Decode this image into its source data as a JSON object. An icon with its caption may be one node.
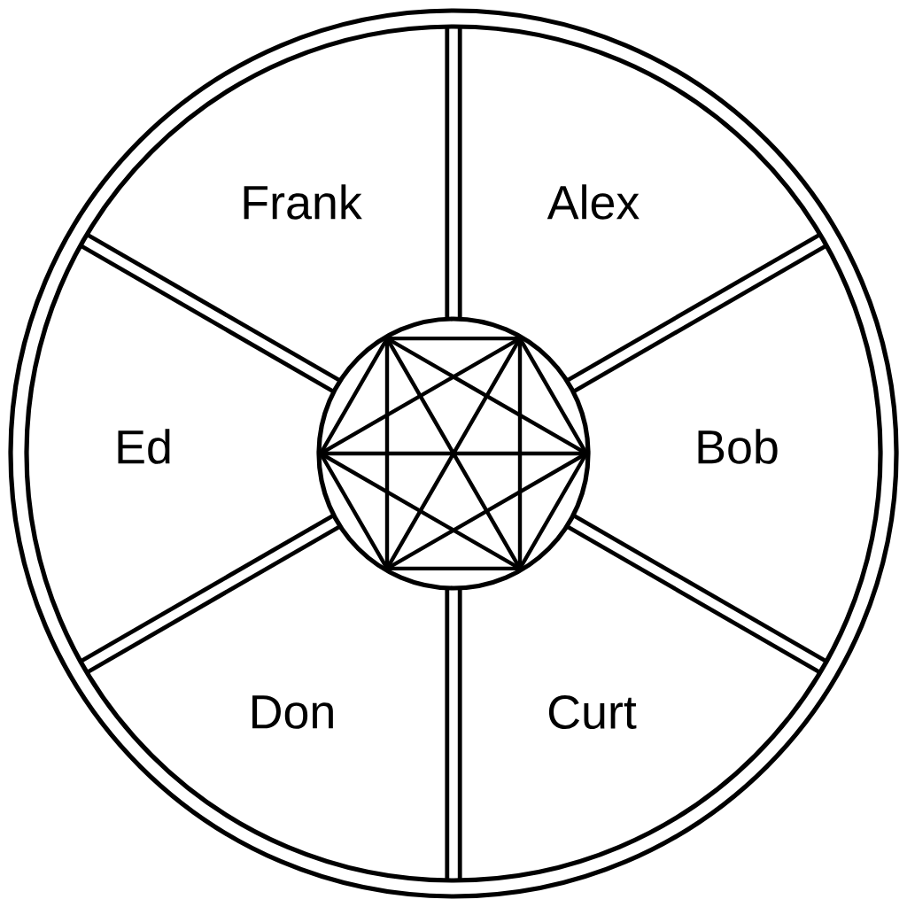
{
  "diagram": {
    "nodes": [
      {
        "text": [
          "Frank"
        ]
      },
      {
        "text": [
          "Alex"
        ]
      },
      {
        "text": [
          "Ed"
        ]
      },
      {
        "text": [
          "Bob"
        ]
      },
      {
        "text": [
          "Don"
        ]
      },
      {
        "text": [
          "Curt"
        ]
      }
    ]
  }
}
